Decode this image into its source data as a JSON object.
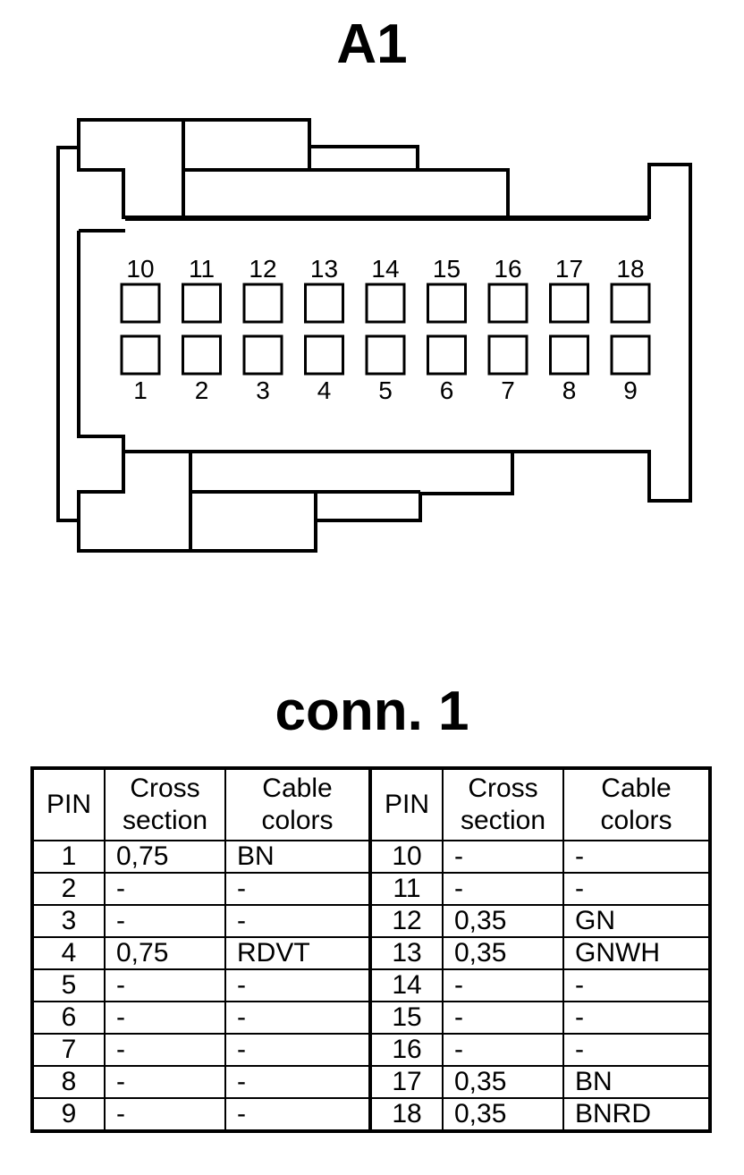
{
  "diagram_title": "A1",
  "connector_title": "conn. 1",
  "pins_top": [
    "10",
    "11",
    "12",
    "13",
    "14",
    "15",
    "16",
    "17",
    "18"
  ],
  "pins_bottom": [
    "1",
    "2",
    "3",
    "4",
    "5",
    "6",
    "7",
    "8",
    "9"
  ],
  "table": {
    "headers": [
      "PIN",
      "Cross section",
      "Cable colors",
      "PIN",
      "Cross section",
      "Cable colors"
    ],
    "rows": [
      [
        "1",
        "0,75",
        "BN",
        "10",
        "-",
        "-"
      ],
      [
        "2",
        "-",
        "-",
        "11",
        "-",
        "-"
      ],
      [
        "3",
        "-",
        "-",
        "12",
        "0,35",
        "GN"
      ],
      [
        "4",
        "0,75",
        "RDVT",
        "13",
        "0,35",
        "GNWH"
      ],
      [
        "5",
        "-",
        "-",
        "14",
        "-",
        "-"
      ],
      [
        "6",
        "-",
        "-",
        "15",
        "-",
        "-"
      ],
      [
        "7",
        "-",
        "-",
        "16",
        "-",
        "-"
      ],
      [
        "8",
        "-",
        "-",
        "17",
        "0,35",
        "BN"
      ],
      [
        "9",
        "-",
        "-",
        "18",
        "0,35",
        "BNRD"
      ]
    ]
  }
}
